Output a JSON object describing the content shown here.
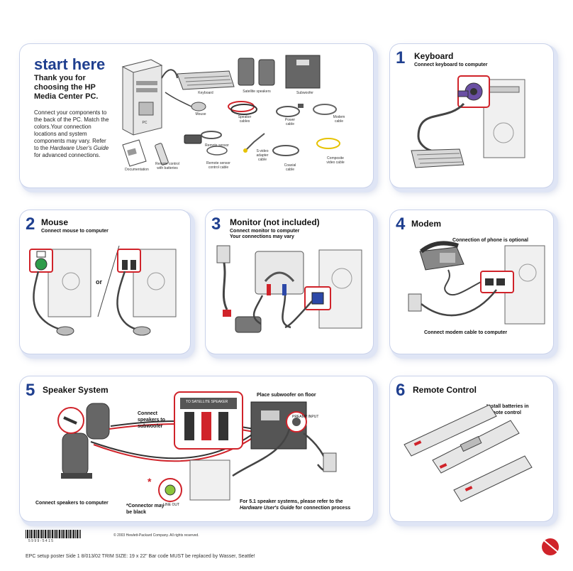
{
  "intro": {
    "heading": "start here",
    "thanks": "Thank you for choosing the HP Media Center PC.",
    "body_a": "Connect your components to the back of the PC. Match the colors.Your connection locations and system components may vary. Refer to the ",
    "body_guide": "Hardware User's Guide",
    "body_b": " for advanced connections.",
    "labels": {
      "pc": "PC",
      "keyboard": "Keyboard",
      "mouse": "Mouse",
      "satellite_speakers": "Satellite speakers",
      "subwoofer": "Subwoofer",
      "speaker_cables": "Speaker cables",
      "power_cable": "Power cable",
      "modem_cable": "Modem cable",
      "documentation": "Documentation",
      "remote_control": "Remote control with batteries",
      "remote_sensor": "Remote sensor",
      "remote_sensor_cable": "Remote sensor control cable",
      "svideo_adapter": "S-video adapter cable",
      "coaxial_cable": "Coaxial cable",
      "composite_cable": "Composite video cable"
    }
  },
  "steps": {
    "keyboard": {
      "num": "1",
      "title": "Keyboard",
      "sub": "Connect keyboard to computer"
    },
    "mouse": {
      "num": "2",
      "title": "Mouse",
      "sub": "Connect mouse to computer",
      "or": "or"
    },
    "monitor": {
      "num": "3",
      "title": "Monitor (not included)",
      "sub1": "Connect monitor to computer",
      "sub2": "Your connections may vary"
    },
    "modem": {
      "num": "4",
      "title": "Modem",
      "note": "Connection of phone is optional",
      "bottom": "Connect modem cable to computer"
    },
    "speakers": {
      "num": "5",
      "title": "Speaker System",
      "connect_sub": "Connect speakers to subwoofer",
      "place": "Place subwoofer on floor",
      "to_sat": "TO SATELLITE SPEAKER",
      "preamp": "PREAMP INPUT",
      "line_out": "LINE OUT",
      "connect_comp": "Connect speakers to computer",
      "asterisk": "*",
      "connector_note": "*Connector may be black",
      "note_a": "For 5.1 speaker systems, please refer to the ",
      "note_guide": "Hardware User's Guide",
      "note_b": " for connection process"
    },
    "remote": {
      "num": "6",
      "title": "Remote Control",
      "sub": "Install batteries in remote control"
    }
  },
  "footer": {
    "barcode_number": "5 9 9 9 - 5 4 1 5",
    "copyright": "© 2003 Hewlett-Packard Company. All rights reserved.",
    "poster": "EPC setup poster Side 1   8/013/02    TRIM SIZE:  19 x 22\"   Bar code MUST be replaced by Wasser, Seattle!"
  },
  "colors": {
    "hp_blue": "#1f3f8f",
    "accent_red": "#d0232a",
    "mouse_green": "#2e9c4a",
    "keyboard_purple": "#6a4fa3",
    "monitor_blue": "#2c48a8"
  }
}
